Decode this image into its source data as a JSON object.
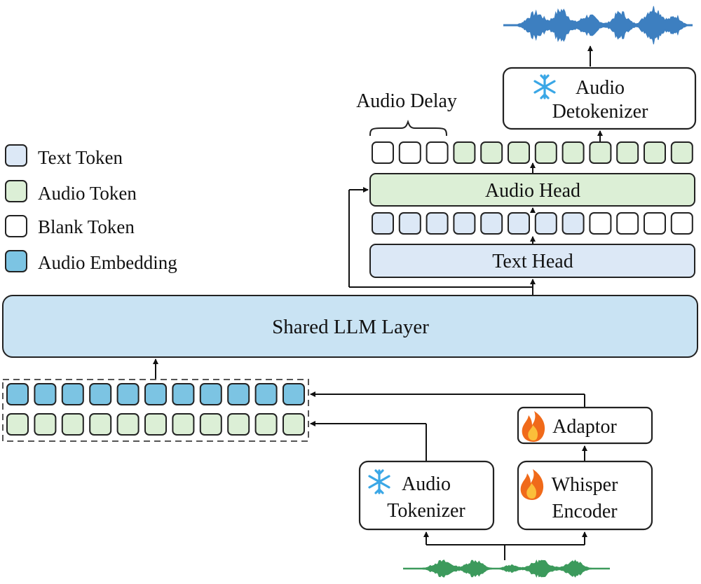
{
  "legend": {
    "items": [
      {
        "label": "Text Token",
        "fill": "#dce8f6"
      },
      {
        "label": "Audio Token",
        "fill": "#dcefd6"
      },
      {
        "label": "Blank Token",
        "fill": "#ffffff"
      },
      {
        "label": "Audio Embedding",
        "fill": "#7cc4e3"
      }
    ]
  },
  "labels": {
    "audio_delay": "Audio Delay",
    "audio_detokenizer_line1": "Audio",
    "audio_detokenizer_line2": "Detokenizer",
    "audio_head": "Audio Head",
    "text_head": "Text Head",
    "shared_llm": "Shared LLM Layer",
    "adaptor": "Adaptor",
    "audio_tokenizer_line1": "Audio",
    "audio_tokenizer_line2": "Tokenizer",
    "whisper_line1": "Whisper",
    "whisper_line2": "Encoder"
  },
  "icons": {
    "frozen": "snowflake-icon",
    "trainable": "fire-icon"
  },
  "colors": {
    "text_token": "#dce8f6",
    "audio_token": "#dcefd6",
    "blank_token": "#ffffff",
    "audio_embedding": "#7cc4e3",
    "shared_llm_fill": "#c9e3f3",
    "output_wave": "#3d7fc0",
    "input_wave": "#3c9a5c",
    "snowflake": "#3aa7e6",
    "fire": "#f06a1a"
  },
  "rows": {
    "audio_output": [
      "blank",
      "blank",
      "blank",
      "audio",
      "audio",
      "audio",
      "audio",
      "audio",
      "audio",
      "audio",
      "audio",
      "audio"
    ],
    "text_output": [
      "text",
      "text",
      "text",
      "text",
      "text",
      "text",
      "text",
      "text",
      "blank",
      "blank",
      "blank",
      "blank"
    ],
    "embedding_input": [
      "emb",
      "emb",
      "emb",
      "emb",
      "emb",
      "emb",
      "emb",
      "emb",
      "emb",
      "emb",
      "emb"
    ],
    "audio_input": [
      "audio",
      "audio",
      "audio",
      "audio",
      "audio",
      "audio",
      "audio",
      "audio",
      "audio",
      "audio",
      "audio"
    ]
  }
}
